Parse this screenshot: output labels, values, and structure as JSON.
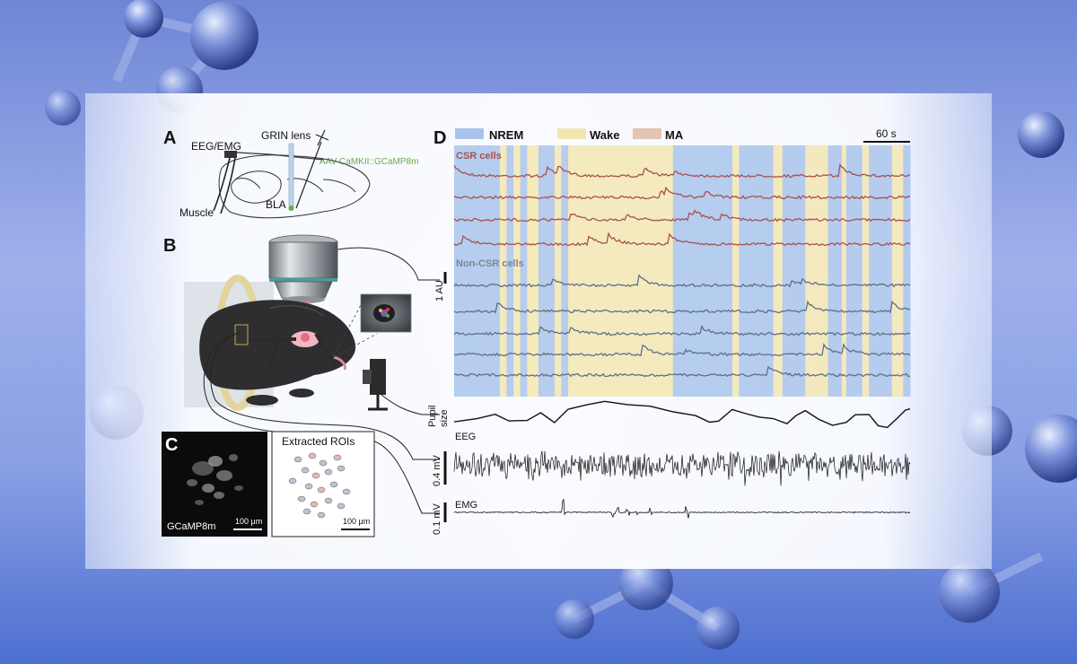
{
  "panels": {
    "a": {
      "letter": "A",
      "eeg_emg": "EEG/EMG",
      "grin": "GRIN lens",
      "virus": "AAV-CaMKII::GCaMP8m",
      "muscle": "Muscle",
      "bla": "BLA"
    },
    "b": {
      "letter": "B"
    },
    "c": {
      "letter": "C",
      "image_label": "GCaMP8m",
      "scale1": "100 μm",
      "rois_title": "Extracted ROIs",
      "scale2": "100 μm"
    },
    "d": {
      "letter": "D",
      "legend": [
        {
          "label": "NREM",
          "color": "#a9c4ec"
        },
        {
          "label": "Wake",
          "color": "#f3e6b3"
        },
        {
          "label": "MA",
          "color": "#e2c5b3"
        }
      ],
      "time_scale": "60 s",
      "csr_label": "CSR cells",
      "noncsr_label": "Non-CSR cells",
      "au_scale": "1 AU",
      "pupil_label_1": "Pupil",
      "pupil_label_2": "size",
      "eeg_label": "EEG",
      "eeg_scale": "0.4 mV",
      "emg_label": "EMG",
      "emg_scale": "0.1 mV"
    }
  },
  "colors": {
    "csr_trace": "#a8514c",
    "noncsr_trace": "#5e6f86",
    "virus_text": "#6aa84f",
    "csr_text": "#a8514c",
    "noncsr_text": "#7b8796"
  }
}
